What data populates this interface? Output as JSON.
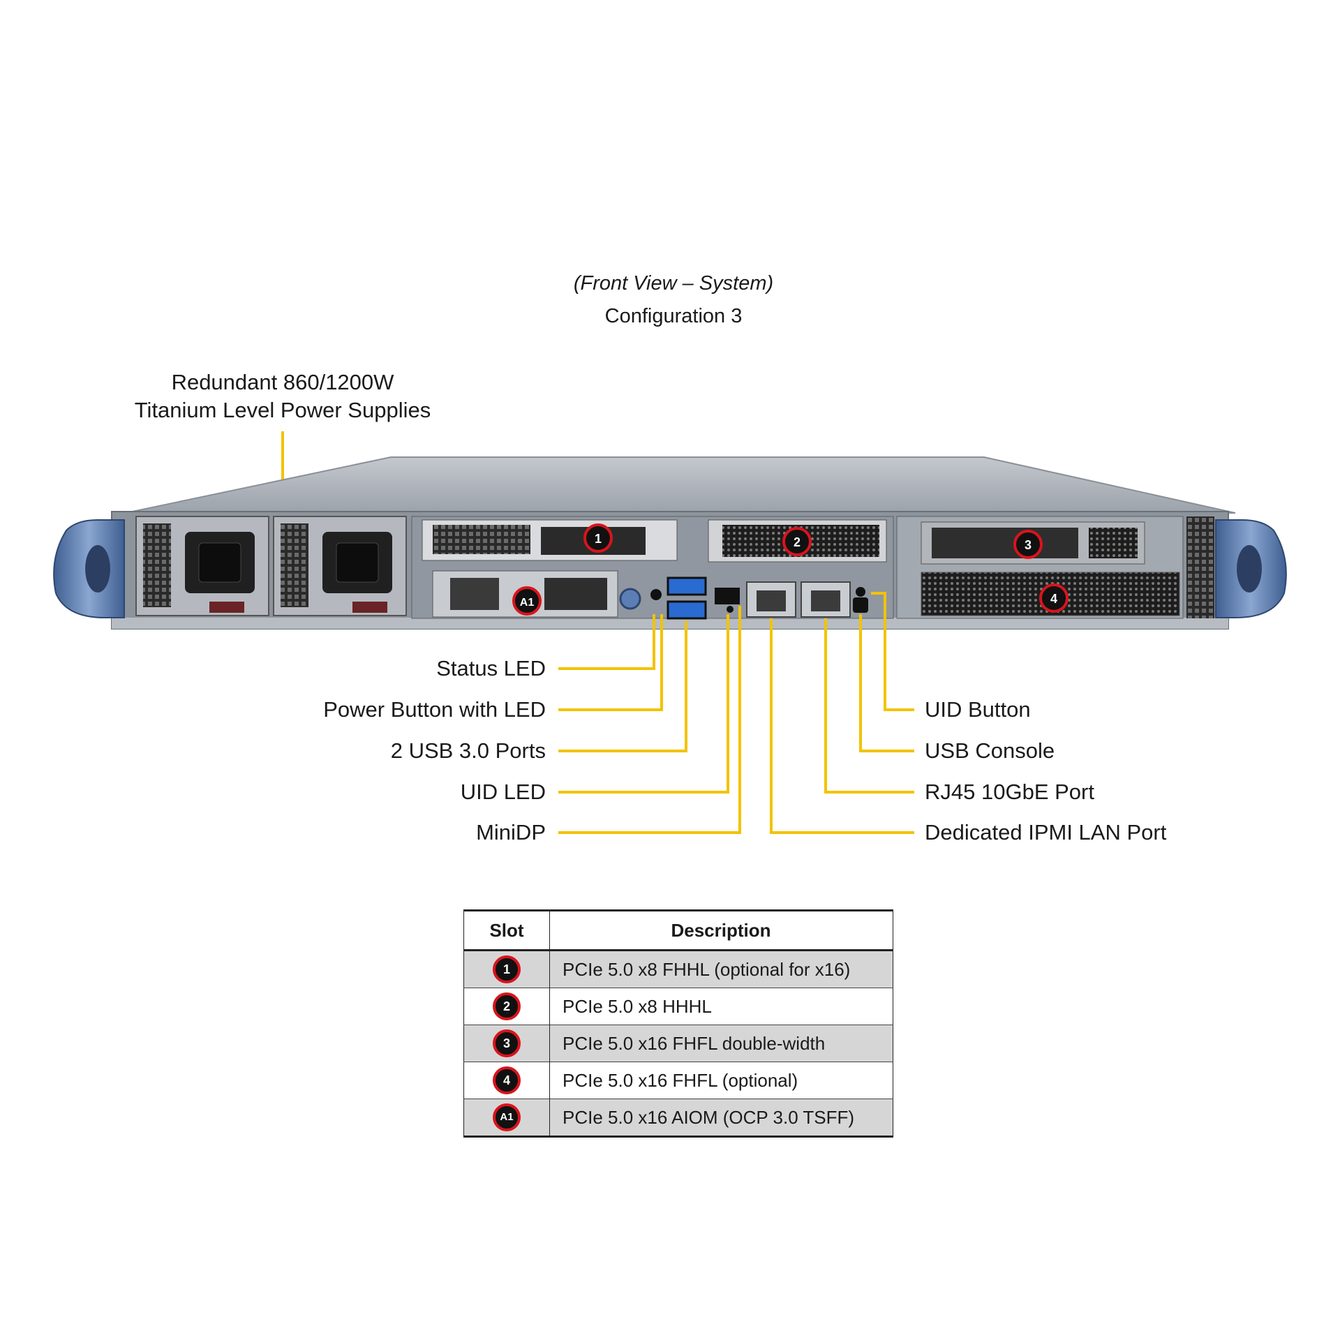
{
  "caption": {
    "view": "(Front View – System)",
    "configuration": "Configuration 3"
  },
  "psu_label": {
    "line1": "Redundant 860/1200W",
    "line2": "Titanium Level Power Supplies"
  },
  "left_callouts": [
    "Status LED",
    "Power Button with LED",
    "2 USB 3.0 Ports",
    "UID LED",
    "MiniDP"
  ],
  "right_callouts": [
    "UID Button",
    "USB Console",
    "RJ45 10GbE Port",
    "Dedicated IPMI LAN Port"
  ],
  "slot_markers": [
    "1",
    "2",
    "3",
    "4",
    "A1"
  ],
  "colors": {
    "leader": "#f2c300",
    "badge_ring": "#d8141c",
    "badge_fill": "#111111",
    "chassis": "#9aa1ab",
    "ear": "#5b7fb5"
  },
  "table": {
    "headers": {
      "slot": "Slot",
      "description": "Description"
    },
    "rows": [
      {
        "slot": "1",
        "description": "PCIe 5.0 x8 FHHL (optional for x16)"
      },
      {
        "slot": "2",
        "description": "PCIe 5.0 x8 HHHL"
      },
      {
        "slot": "3",
        "description": "PCIe 5.0 x16 FHFL double-width"
      },
      {
        "slot": "4",
        "description": "PCIe 5.0 x16 FHFL (optional)"
      },
      {
        "slot": "A1",
        "description": "PCIe 5.0 x16 AIOM (OCP 3.0 TSFF)"
      }
    ]
  }
}
